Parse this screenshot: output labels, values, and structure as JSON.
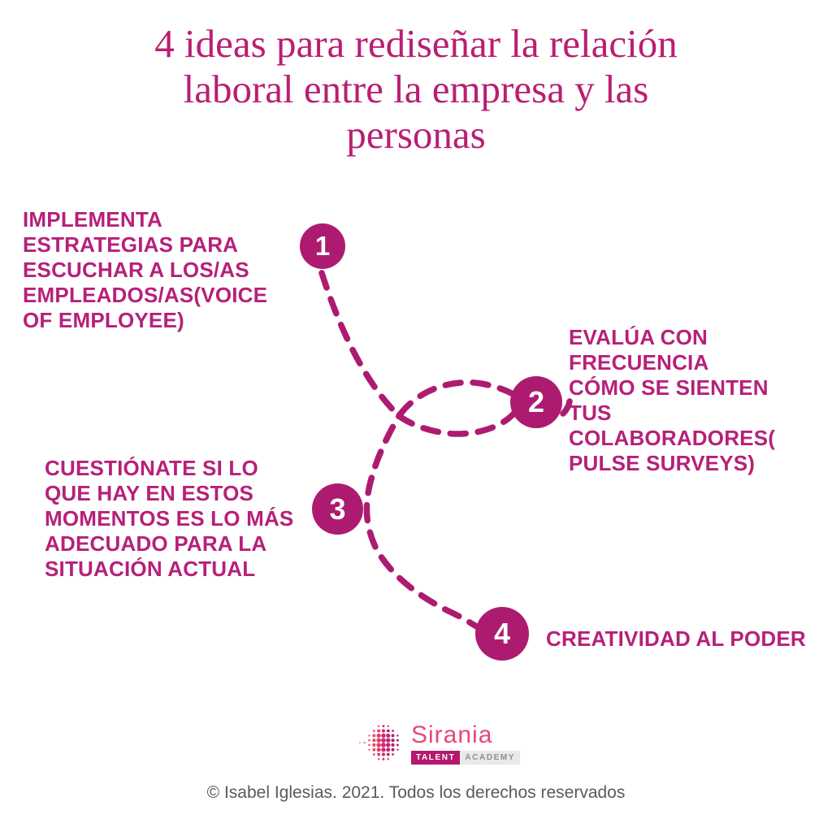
{
  "title": {
    "text": "4 ideas para rediseñar la relación\nlaboral entre la empresa y las\npersonas"
  },
  "steps": [
    {
      "number": "1",
      "text": "IMPLEMENTA\nESTRATEGIAS PARA\nESCUCHAR A LOS/AS\nEMPLEADOS/AS(VOICE\nOF EMPLOYEE)"
    },
    {
      "number": "2",
      "text": "EVALÚA CON\nFRECUENCIA\nCÓMO SE SIENTEN\nTUS\nCOLABORADORES(\nPULSE SURVEYS)"
    },
    {
      "number": "3",
      "text": "CUESTIÓNATE SI LO\nQUE HAY EN ESTOS\nMOMENTOS ES LO MÁS\nADECUADO PARA LA\nSITUACIÓN ACTUAL"
    },
    {
      "number": "4",
      "text": "CREATIVIDAD AL PODER"
    }
  ],
  "logo": {
    "brand": "Sirania",
    "badge_talent": "TALENT",
    "badge_academy": "ACADEMY",
    "icon": "dotted-sphere-icon"
  },
  "footer": {
    "copyright": "© Isabel Iglesias. 2021. Todos los derechos reservados"
  },
  "colors": {
    "magenta": "#ad1b71",
    "text_magenta": "#b72079",
    "title_magenta": "#ba1e72",
    "logo_pink": "#e7487c",
    "badge_bg": "#b5196d",
    "academy_bg": "#e9e9e9",
    "academy_text": "#8f8f8f",
    "copyright_gray": "#5a5a5a"
  }
}
